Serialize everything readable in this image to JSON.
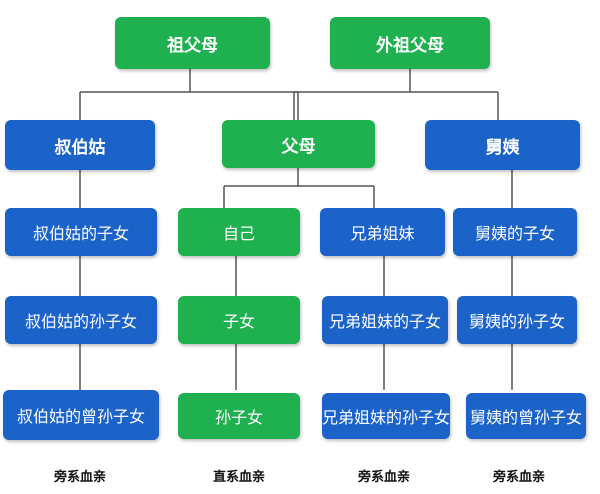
{
  "colors": {
    "direct": "#1fb14f",
    "collateral": "#1b63c9",
    "line": "#555555"
  },
  "top": {
    "paternal_grandparents": "祖父母",
    "maternal_grandparents": "外祖父母"
  },
  "level2": {
    "uncles_aunts": "叔伯姑",
    "parents": "父母",
    "maternal_uncles_aunts": "舅姨"
  },
  "columns": {
    "uncles_aunts": [
      "叔伯姑的子女",
      "叔伯姑的孙子女",
      "叔伯姑的曾孙子女"
    ],
    "self": [
      "自己",
      "子女",
      "孙子女"
    ],
    "siblings": [
      "兄弟姐妹",
      "兄弟姐妹的子女",
      "兄弟姐妹的孙子女"
    ],
    "maternal": [
      "舅姨的子女",
      "舅姨的孙子女",
      "舅姨的曾孙子女"
    ]
  },
  "footer": [
    "旁系血亲",
    "直系血亲",
    "旁系血亲",
    "旁系血亲"
  ]
}
